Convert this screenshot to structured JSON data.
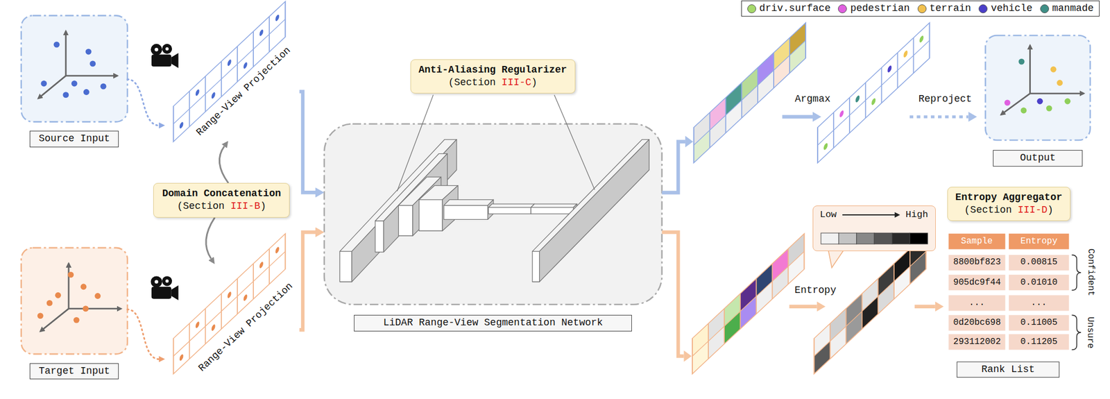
{
  "diagram": {
    "nodes": [
      {
        "text": [
          "Source Input"
        ]
      },
      {
        "text": [
          "Range-View Projection"
        ]
      },
      {
        "text": [
          "Domain Concatenation",
          "(Section III-B)"
        ]
      },
      {
        "text": [
          "Target Input"
        ]
      },
      {
        "text": [
          "Range-View Projection"
        ]
      },
      {
        "text": [
          "Anti-Aliasing Regularizer",
          "(Section III-C)"
        ]
      },
      {
        "text": [
          "LiDAR Range-View Segmentation Network"
        ]
      },
      {
        "text": [
          "Output"
        ]
      },
      {
        "text": [
          "Low",
          "High"
        ]
      },
      {
        "text": [
          "Entropy Aggregator",
          "(Section III-D)"
        ]
      },
      {
        "text": [
          "Rank List"
        ]
      }
    ],
    "edges": [
      {
        "from": 0,
        "to": 1,
        "arrow": "to"
      },
      {
        "from": 2,
        "to": 1,
        "arrow": "to"
      },
      {
        "from": 2,
        "to": 4,
        "arrow": "to"
      },
      {
        "from": 3,
        "to": 4,
        "arrow": "to"
      },
      {
        "from": 1,
        "to": 6,
        "arrow": "to"
      },
      {
        "from": 4,
        "to": 6,
        "arrow": "to"
      }
    ],
    "labels": [
      "Argmax",
      "Reproject",
      "Entropy",
      "Sample",
      "Entropy",
      "8800bf823",
      "0.00815",
      "905dc9f44",
      "0.01010",
      "...",
      "...",
      "0d20bc698",
      "0.11005",
      "293112002",
      "0.11205",
      "Confident",
      "Unsure"
    ],
    "legend": [
      {
        "text": "driv.surface",
        "color": "#a6d96a"
      },
      {
        "text": "pedestrian",
        "color": "#e060e0"
      },
      {
        "text": "terrain",
        "color": "#f2c14e"
      },
      {
        "text": "vehicle",
        "color": "#4b3fc8"
      },
      {
        "text": "manmade",
        "color": "#3f8f86"
      }
    ]
  }
}
